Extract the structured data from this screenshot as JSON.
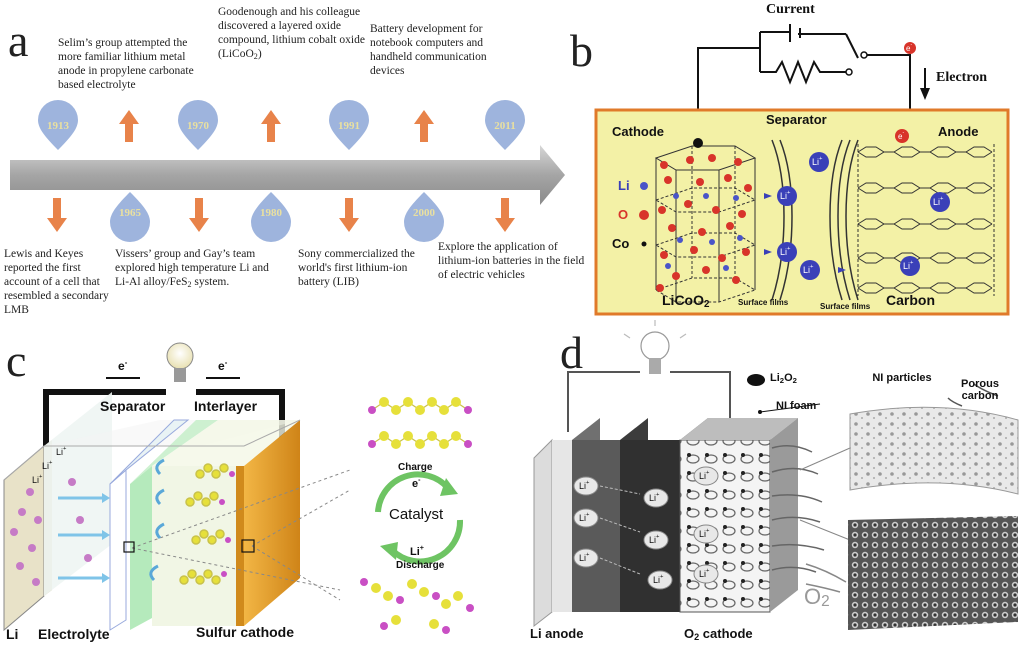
{
  "panels": {
    "a": {
      "letter": "a",
      "years": [
        "1913",
        "1965",
        "1970",
        "1980",
        "1991",
        "2000",
        "2011"
      ],
      "events_top": [
        "Selim’s group attempted the more familiar lithium metal anode in propylene carbonate based electrolyte",
        "Goodenough and his colleague discovered a layered oxide compound, lithium cobalt oxide (LiCoO",
        "Battery development for notebook computers and handheld communication devices"
      ],
      "event_top_2_suffix": ")",
      "events_bottom": [
        "Lewis and Keyes reported the first account of a cell that resembled a secondary LMB",
        "Vissers’ group and Gay’s team explored high temperature Li and Li-Al alloy/FeS",
        "Sony commercialized the world's first lithium-ion battery (LIB)",
        "Explore the application of lithium-ion batteries in the field of electric vehicles"
      ],
      "event_bottom_2_suffix": " system."
    },
    "b": {
      "letter": "b",
      "current": "Current",
      "electron": "Electron",
      "cathode": "Cathode",
      "separator": "Separator",
      "anode": "Anode",
      "li": "Li",
      "o": "O",
      "co": "Co",
      "licoo2": "LiCoO",
      "surface_films_left": "Surface films",
      "surface_films_right": "Surface films",
      "carbon": "Carbon",
      "li_ion": "Li",
      "electron_symbol": "e"
    },
    "c": {
      "letter": "c",
      "e_minus": "e",
      "separator": "Separator",
      "interlayer": "Interlayer",
      "li_ion": "Li",
      "li": "Li",
      "electrolyte": "Electrolyte",
      "sulfur_cathode": "Sulfur cathode",
      "charge": "Charge",
      "catalyst": "Catalyst",
      "discharge": "Discharge"
    },
    "d": {
      "letter": "d",
      "li2o2": "Li",
      "ni_foam": "NI foam",
      "ni_particles": "NI particles",
      "porous_carbon": "Porous carbon",
      "li_ion": "Li",
      "o2": "O",
      "li_anode": "Li anode",
      "o2_cathode": "O",
      "o2_cathode_suffix": " cathode"
    }
  },
  "colors": {
    "timeline_arrow": "#a9a9a9",
    "drop": "#9eb4dd",
    "up_arrow": "#e8834a",
    "panel_b_bg": "#f3f1a6",
    "panel_b_border": "#e07a2a",
    "li_ion": "#4a55c8",
    "oxygen": "#d8342a",
    "cathode_c": "#e39a1c",
    "interlayer": "#a8e6b0",
    "sulfur": "#e6e03a",
    "polysulfide_end": "#c94fc4"
  }
}
